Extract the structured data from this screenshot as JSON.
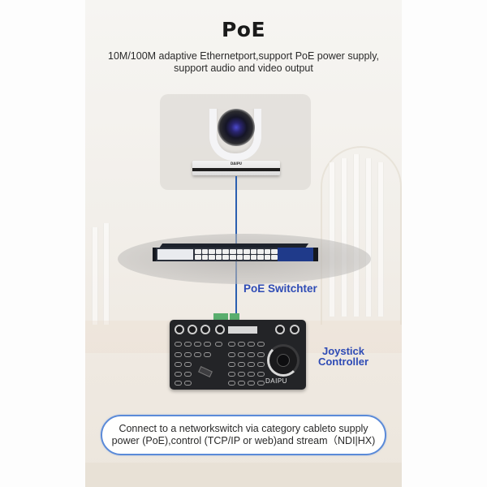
{
  "header": {
    "title": "PoE",
    "subtitle_line1": "10M/100M adaptive Ethernetport,support PoE power supply,",
    "subtitle_line2": "support  audio and video output"
  },
  "diagram": {
    "camera": {
      "icon": "ptz-camera-icon",
      "brand": "DAIPU"
    },
    "switch": {
      "icon": "poe-switch-icon",
      "label": "PoE Switchter"
    },
    "controller": {
      "icon": "joystick-controller-icon",
      "label_line1": "Joystick",
      "label_line2": "Controller",
      "brand": "DAIPU"
    },
    "cable_color": "#2b5fb0",
    "label_color": "#2e4bb5"
  },
  "callout": {
    "line1": "Connect to a networkswitch via category cableto supply",
    "line2": "power (PoE),control (TCP/IP or web)and stream（NDI|HX)",
    "border_color": "#5a8ad8"
  }
}
